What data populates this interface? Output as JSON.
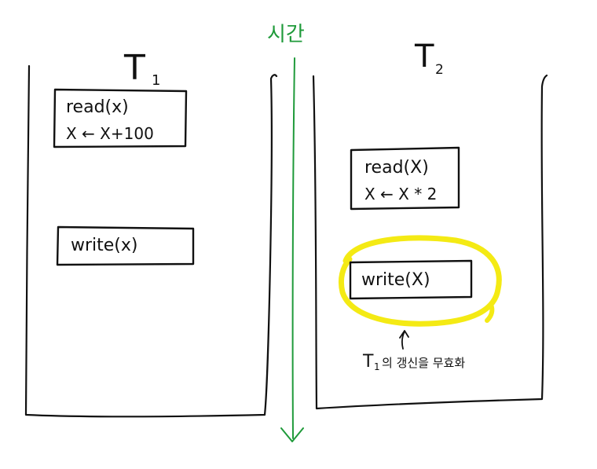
{
  "time_label": "시간",
  "transactions": [
    {
      "id": "T",
      "sub": "1",
      "ops": {
        "read_line1": "read(x)",
        "read_line2": "X ← X+100",
        "write": "write(x)"
      }
    },
    {
      "id": "T",
      "sub": "2",
      "ops": {
        "read_line1": "read(X)",
        "read_line2": "X ← X * 2",
        "write": "write(X)"
      }
    }
  ],
  "annotation": {
    "arrow": "↑",
    "t": "T",
    "sub": "1",
    "text": "의 갱신을 무효화"
  },
  "colors": {
    "time_arrow": "#1f9a3a",
    "highlight": "#f4ea14",
    "ink": "#111111"
  }
}
